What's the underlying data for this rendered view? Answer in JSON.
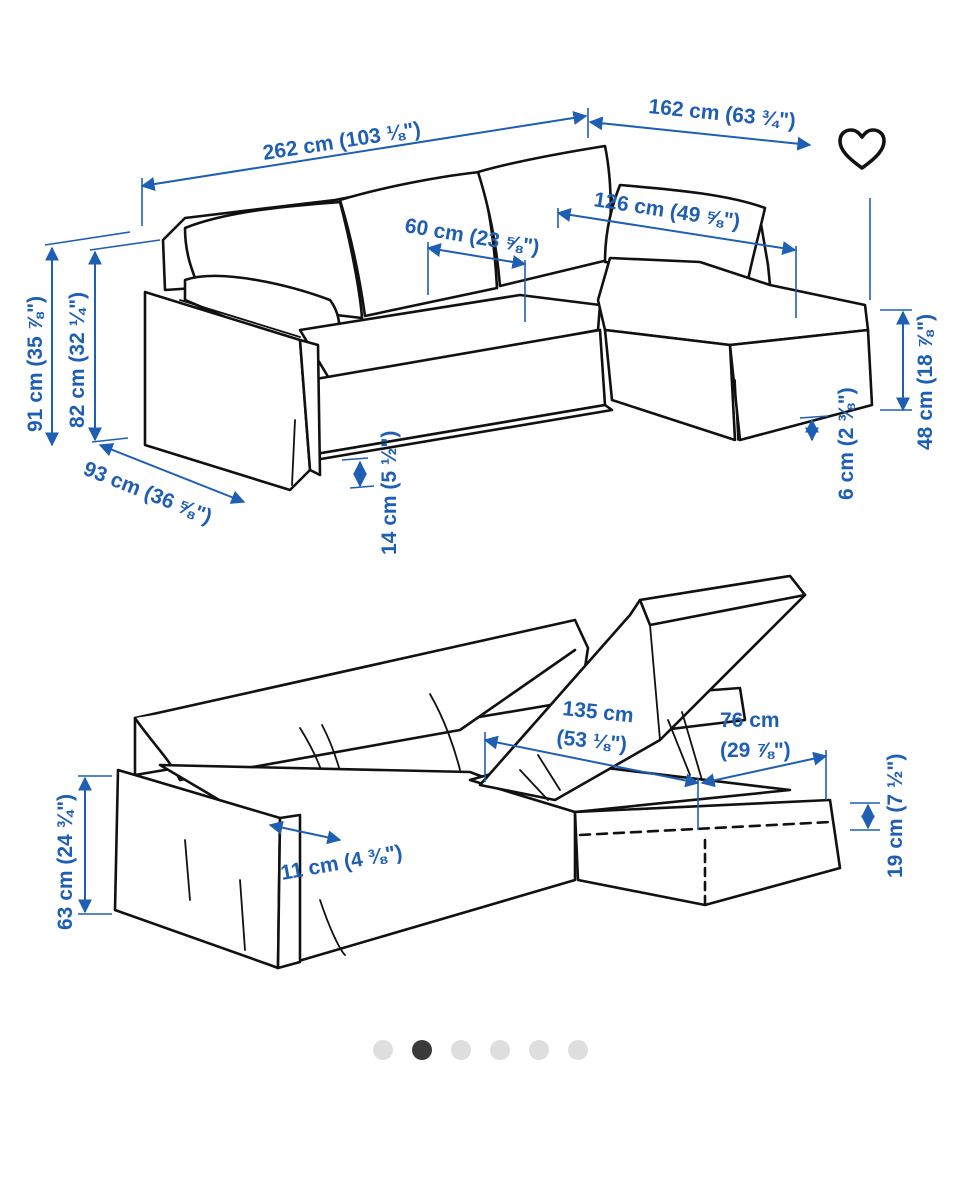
{
  "image_gallery": {
    "page_count": 6,
    "active_index": 1,
    "favorite_icon": "heart-outline-icon"
  },
  "colors": {
    "dimension_text": "#1f5fb3",
    "line_art": "#111111",
    "dot_active": "#3a3a3a",
    "dot_inactive": "#dedede"
  },
  "top_view": {
    "total_width": "262 cm (103 ⅛\")",
    "chaise_width": "162 cm (63 ¾\")",
    "seat_width_small": "60 cm (23 ⅝\")",
    "chaise_seat_width": "126 cm (49 ⅝\")",
    "height_total": "91 cm (35 ⅞\")",
    "height_back": "82 cm (32 ¼\")",
    "depth": "93 cm (36 ⅝\")",
    "leg_height_front": "14 cm (5 ½\")",
    "leg_height_chaise": "6 cm (2 ⅜\")",
    "seat_height": "48 cm (18 ⅞\")"
  },
  "bottom_view": {
    "storage_width_line1": "135 cm",
    "storage_width_line2": "(53 ⅛\")",
    "storage_depth_line1": "76 cm",
    "storage_depth_line2": "(29 ⅞\")",
    "armrest_width": "11 cm (4 ⅜\")",
    "armrest_height": "63 cm (24 ¾\")",
    "storage_height": "19 cm (7 ½\")"
  }
}
